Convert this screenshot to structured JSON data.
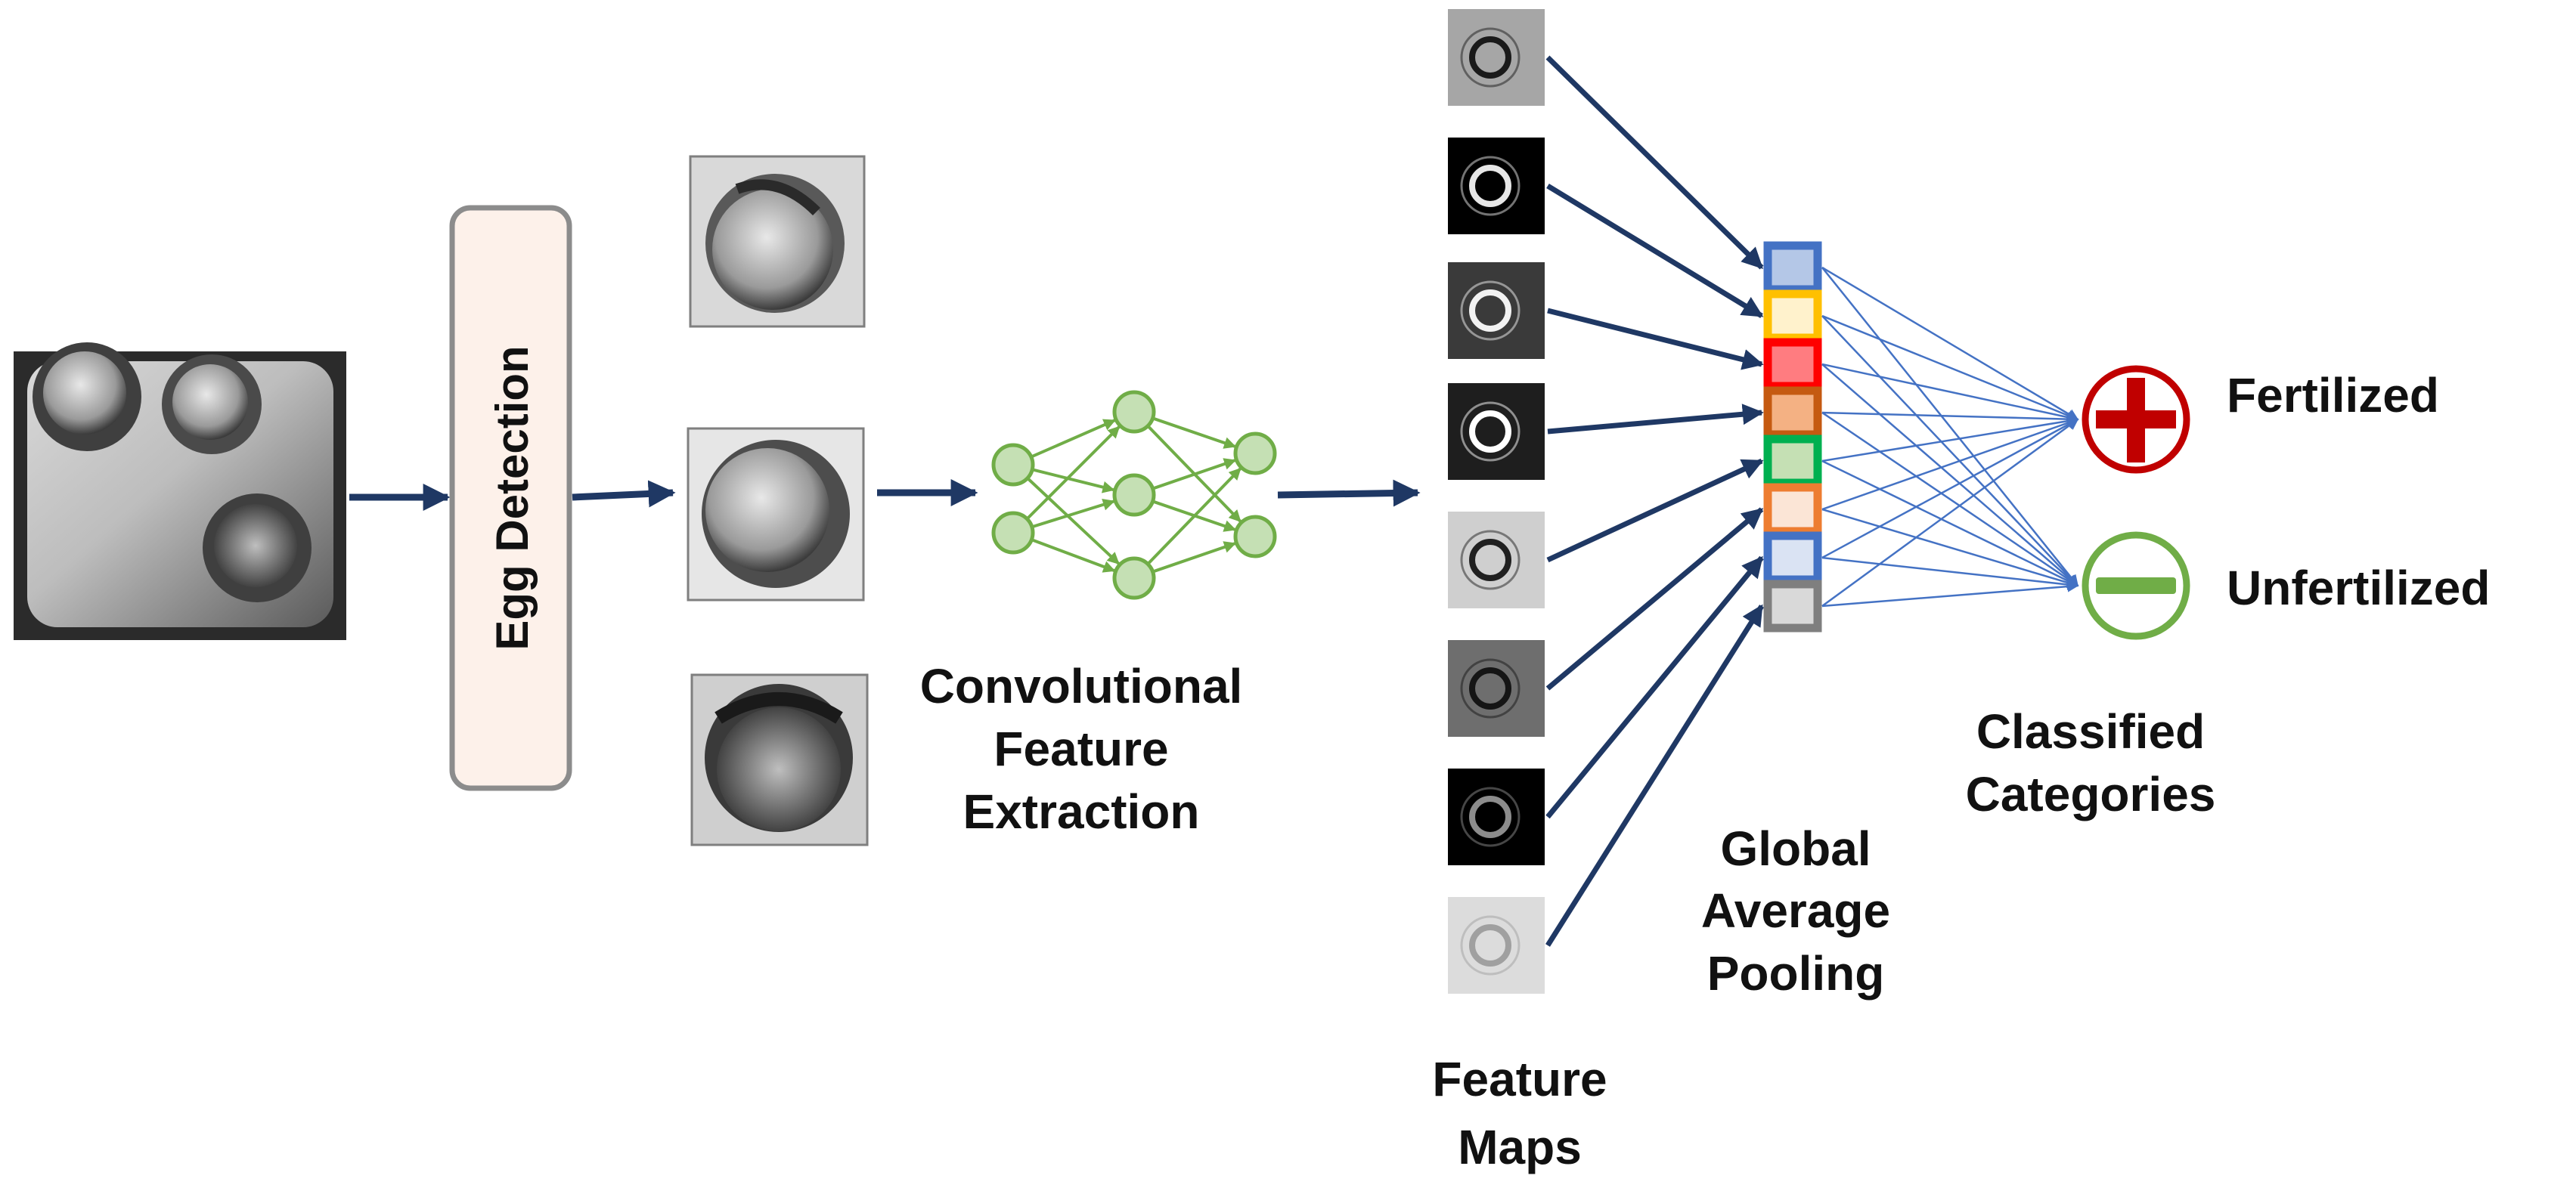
{
  "labels": {
    "egg_detection": "Egg Detection",
    "conv_line1": "Convolutional",
    "conv_line2": "Feature",
    "conv_line3": "Extraction",
    "gap_line1": "Global",
    "gap_line2": "Average",
    "gap_line3": "Pooling",
    "fmap_line1": "Feature",
    "fmap_line2": "Maps",
    "class_line1": "Classified",
    "class_line2": "Categories",
    "fertilized": "Fertilized",
    "unfertilized": "Unfertilized"
  },
  "colors": {
    "arrow": "#1f3864",
    "thin_line": "#4472c4",
    "network": "#70ad47",
    "network_fill": "#c5e0b4",
    "plus": "#c00000",
    "minus": "#70ad47",
    "egg_box_fill": "#fdf1ea",
    "egg_box_stroke": "#8c8c8c"
  },
  "pool_cells": [
    {
      "border": "#4472c4",
      "fill": "#b4c7e7"
    },
    {
      "border": "#ffc000",
      "fill": "#fff2cc"
    },
    {
      "border": "#ff0000",
      "fill": "#ff7c80"
    },
    {
      "border": "#c55a11",
      "fill": "#f4b183"
    },
    {
      "border": "#00b050",
      "fill": "#c5e0b4"
    },
    {
      "border": "#ed7d31",
      "fill": "#fbe5d6"
    },
    {
      "border": "#4472c4",
      "fill": "#dae3f3"
    },
    {
      "border": "#7f7f7f",
      "fill": "#d9d9d9"
    }
  ],
  "feature_maps": [
    {
      "bg": "#a6a6a6",
      "ring": "#1a1a1a"
    },
    {
      "bg": "#000000",
      "ring": "#e6e6e6"
    },
    {
      "bg": "#3a3a3a",
      "ring": "#f2f2f2"
    },
    {
      "bg": "#1e1e1e",
      "ring": "#ffffff"
    },
    {
      "bg": "#cfcfcf",
      "ring": "#202020"
    },
    {
      "bg": "#6e6e6e",
      "ring": "#151515"
    },
    {
      "bg": "#000000",
      "ring": "#8c8c8c"
    },
    {
      "bg": "#dcdcdc",
      "ring": "#a0a0a0"
    }
  ]
}
